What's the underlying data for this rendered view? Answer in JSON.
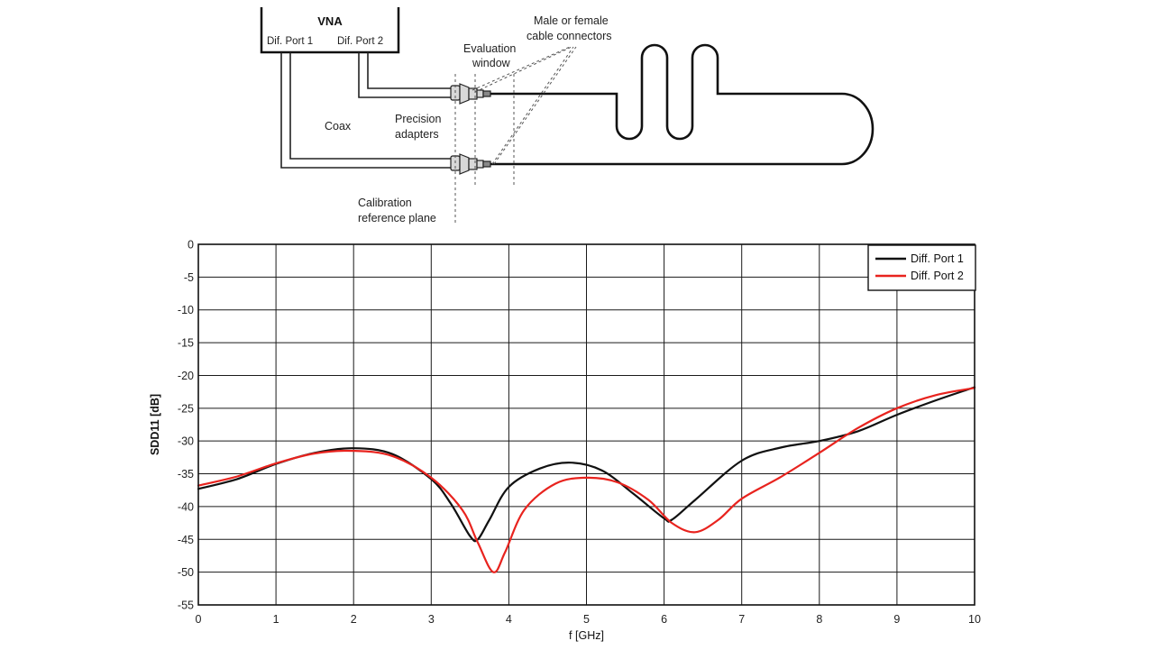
{
  "diagram": {
    "vna_label": "VNA",
    "port1_label": "Dif. Port 1",
    "port2_label": "Dif. Port 2",
    "coax_label": "Coax",
    "adapters_label": [
      "Precision",
      "adapters"
    ],
    "evaluation_label": [
      "Evaluation",
      "window"
    ],
    "connectors_label": [
      "Male or female",
      "cable connectors"
    ],
    "calibration_label": [
      "Calibration",
      "reference plane"
    ]
  },
  "colors": {
    "port1": "#111111",
    "port2": "#e8231e",
    "grid": "#1a1a1a"
  },
  "chart_data": {
    "type": "line",
    "title": "",
    "xlabel": "f [GHz]",
    "ylabel": "SDD11 [dB]",
    "xlim": [
      0,
      10
    ],
    "ylim": [
      -55,
      0
    ],
    "xticks": [
      0,
      1,
      2,
      3,
      4,
      5,
      6,
      7,
      8,
      9,
      10
    ],
    "yticks": [
      0,
      -5,
      -10,
      -15,
      -20,
      -25,
      -30,
      -35,
      -40,
      -45,
      -50,
      -55
    ],
    "grid": true,
    "legend": "top-right",
    "series": [
      {
        "name": "Diff. Port 1",
        "color": "#111111",
        "x": [
          0,
          0.5,
          1.0,
          1.5,
          2.0,
          2.5,
          3.0,
          3.25,
          3.5,
          3.6,
          3.75,
          4.0,
          4.4,
          4.8,
          5.2,
          5.6,
          6.0,
          6.1,
          6.4,
          7.0,
          7.5,
          8.0,
          8.5,
          9.0,
          9.5,
          10.0
        ],
        "y": [
          -37.3,
          -35.8,
          -33.5,
          -31.8,
          -31.1,
          -32.0,
          -35.8,
          -39.5,
          -44.5,
          -45.0,
          -42.0,
          -37.0,
          -34.2,
          -33.3,
          -34.5,
          -38.0,
          -41.8,
          -42.0,
          -39.0,
          -33.0,
          -31.0,
          -30.0,
          -28.5,
          -26.0,
          -23.8,
          -21.8
        ]
      },
      {
        "name": "Diff. Port 2",
        "color": "#e8231e",
        "x": [
          0,
          0.5,
          1.0,
          1.5,
          2.0,
          2.5,
          3.0,
          3.4,
          3.6,
          3.8,
          3.95,
          4.2,
          4.6,
          5.0,
          5.4,
          5.8,
          6.1,
          6.4,
          6.7,
          7.0,
          7.5,
          8.0,
          8.5,
          9.0,
          9.5,
          10.0
        ],
        "y": [
          -36.8,
          -35.4,
          -33.4,
          -31.9,
          -31.5,
          -32.3,
          -35.6,
          -40.5,
          -45.5,
          -50.0,
          -47.0,
          -40.5,
          -36.5,
          -35.6,
          -36.3,
          -39.0,
          -42.5,
          -43.9,
          -42.0,
          -38.8,
          -35.5,
          -31.8,
          -28.0,
          -25.0,
          -23.0,
          -21.9
        ]
      }
    ]
  }
}
